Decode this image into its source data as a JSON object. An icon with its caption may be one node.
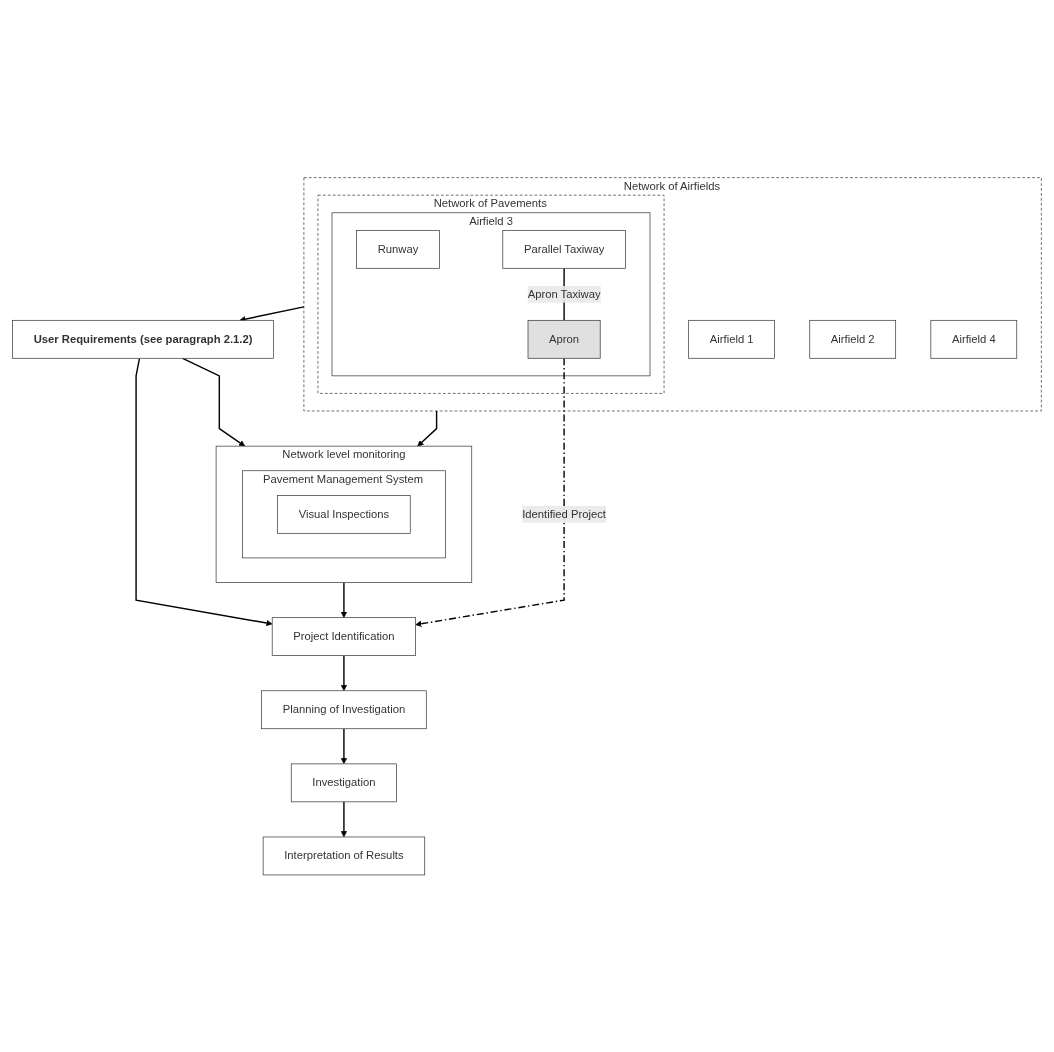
{
  "diagram": {
    "nodes": [
      {
        "text": [
          "Network of Airfields"
        ]
      },
      {
        "text": [
          "Airfield 1"
        ],
        "in": 0
      },
      {
        "text": [
          "Airfield 2"
        ],
        "in": 0
      },
      {
        "text": [
          "Network of Pavements"
        ],
        "in": 0
      },
      {
        "text": [
          "Airfield 3"
        ],
        "in": 3
      },
      {
        "text": [
          "Runway"
        ],
        "in": 4
      },
      {
        "text": [
          "Parallel Taxiway"
        ],
        "in": 4
      },
      {
        "text": [
          "Apron"
        ],
        "in": 4
      },
      {
        "text": [
          "Airfield 4"
        ],
        "in": 0
      },
      {
        "text": [
          "User Requirements (see paragraph 2.1.2)"
        ]
      },
      {
        "text": [
          "Network level monitoring"
        ]
      },
      {
        "text": [
          "Pavement Management System"
        ],
        "in": 10
      },
      {
        "text": [
          "Visual Inspections"
        ],
        "in": 11
      },
      {
        "text": [
          "Project Identification"
        ]
      },
      {
        "text": [
          "Planning of Investigation"
        ]
      },
      {
        "text": [
          "Investigation"
        ]
      },
      {
        "text": [
          "Interpretation of Results"
        ]
      }
    ],
    "edges": [
      {
        "from": 6,
        "to": 7,
        "arrow": "none",
        "label": "Apron Taxiway"
      },
      {
        "from": 0,
        "to": 9,
        "arrow": "to"
      },
      {
        "from": 0,
        "to": 10,
        "arrow": "to"
      },
      {
        "from": 9,
        "to": 10,
        "arrow": "to"
      },
      {
        "from": 9,
        "to": 13,
        "arrow": "to"
      },
      {
        "from": 10,
        "to": 13,
        "arrow": "to"
      },
      {
        "from": 7,
        "to": 13,
        "arrow": "to",
        "label": "Identified Project",
        "style": "dashed"
      },
      {
        "from": 13,
        "to": 14,
        "arrow": "to"
      },
      {
        "from": 14,
        "to": 15,
        "arrow": "to"
      },
      {
        "from": 15,
        "to": 16,
        "arrow": "to"
      }
    ]
  }
}
